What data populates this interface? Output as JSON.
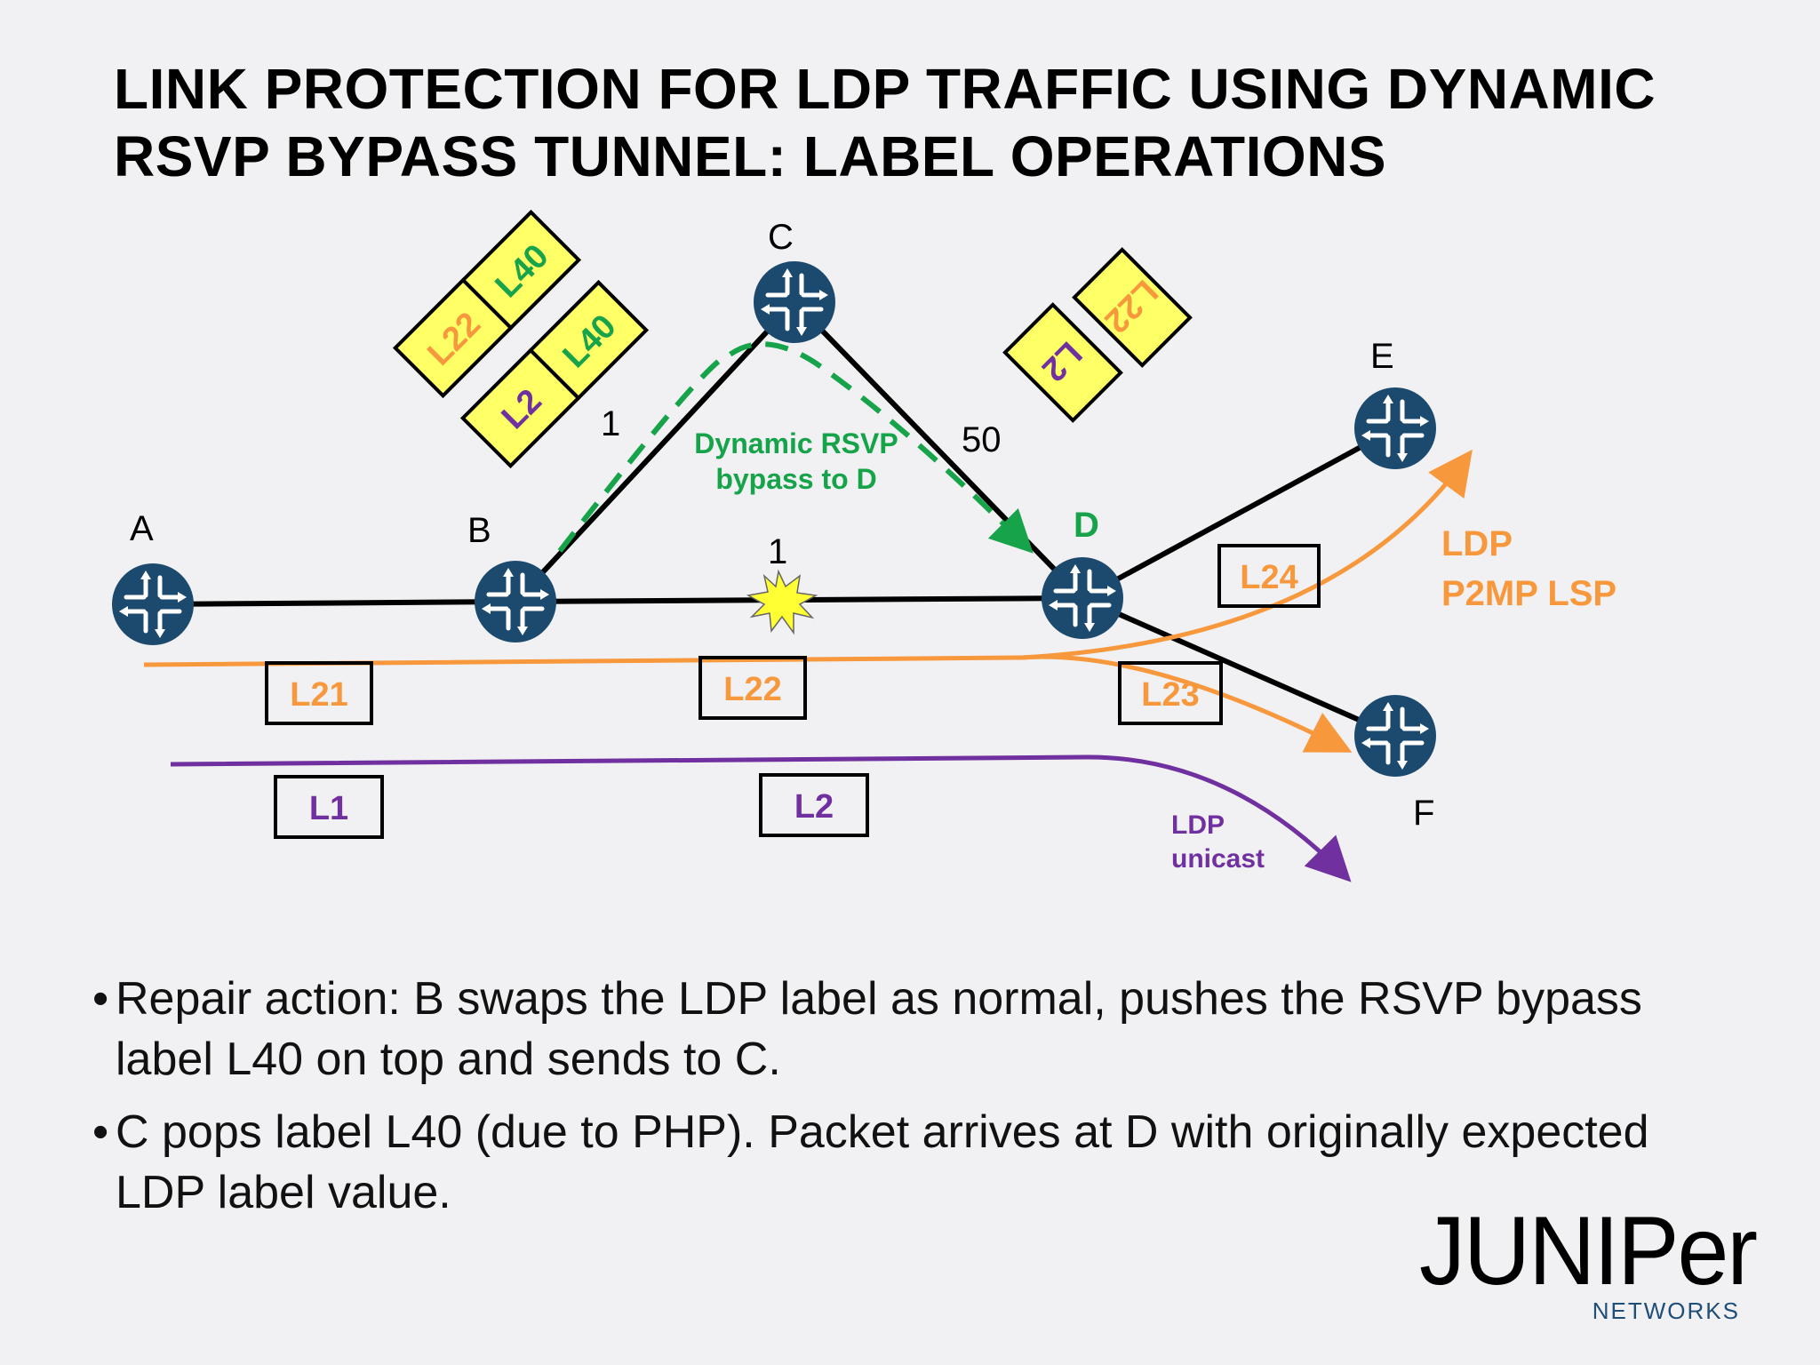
{
  "title": {
    "line1": "LINK PROTECTION FOR LDP TRAFFIC USING DYNAMIC",
    "line2": "RSVP BYPASS TUNNEL: LABEL OPERATIONS"
  },
  "nodes": {
    "A": "A",
    "B": "B",
    "C": "C",
    "D": "D",
    "E": "E",
    "F": "F"
  },
  "metrics": {
    "bc": "1",
    "cd": "50",
    "bd": "1"
  },
  "bypass_label": {
    "line1": "Dynamic RSVP",
    "line2": "bypass to D"
  },
  "stacks": {
    "bc_top": {
      "outer": "L40",
      "inner": "L22"
    },
    "bc_bottom": {
      "outer": "L40",
      "inner": "L2"
    },
    "cd_top": {
      "inner": "L22"
    },
    "cd_bottom": {
      "inner": "L2"
    }
  },
  "labels": {
    "l21": "L21",
    "l22": "L22",
    "l23": "L23",
    "l24": "L24",
    "l1": "L1",
    "l2": "L2"
  },
  "legend": {
    "p2mp_line1": "LDP",
    "p2mp_line2": "P2MP LSP",
    "unicast_line1": "LDP",
    "unicast_line2": "unicast"
  },
  "bullets": [
    "Repair action: B swaps the LDP label as normal, pushes the RSVP bypass label L40 on top and sends to C.",
    "C pops label L40 (due to PHP). Packet arrives at D with originally expected LDP label value."
  ],
  "bullet_marker": "•",
  "logo": {
    "word": "JUNIPer",
    "sub": "NETWORKS"
  },
  "colors": {
    "orange": "#f7983d",
    "purple": "#7030a0",
    "green": "#16a34a",
    "router": "#1c4a6e",
    "yellow": "#ffff66"
  }
}
